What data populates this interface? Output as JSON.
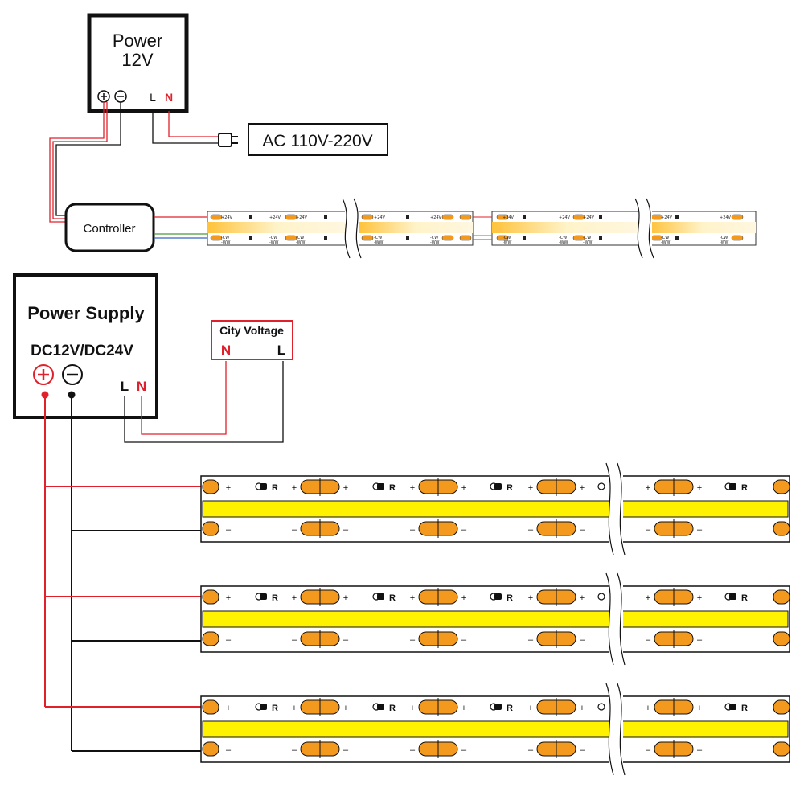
{
  "top_diagram": {
    "power_title": "Power",
    "power_voltage": "12V",
    "terminal_plus": "+",
    "terminal_minus": "−",
    "terminal_L": "L",
    "terminal_N": "N",
    "ac_label": "AC 110V-220V",
    "controller_label": "Controller",
    "strip_marks": {
      "v_plus": "+24V",
      "cw": "-CW",
      "ww": "-WW"
    }
  },
  "bottom_diagram": {
    "supply_title": "Power Supply",
    "supply_voltage": "DC12V/DC24V",
    "terminal_plus": "+",
    "terminal_minus": "−",
    "terminal_L": "L",
    "terminal_N": "N",
    "city_voltage_title": "City Voltage",
    "city_N": "N",
    "city_L": "L",
    "strip_marks": {
      "plus": "+",
      "minus": "–",
      "resistor": "R"
    }
  },
  "colors": {
    "wire_red": "#e0202a",
    "wire_black": "#111111",
    "wire_green": "#4a9a3a",
    "wire_blue": "#3a64c8",
    "led_yellow": "#fff200",
    "led_warm": "#ffc23a",
    "pad_orange": "#f39a1e"
  }
}
